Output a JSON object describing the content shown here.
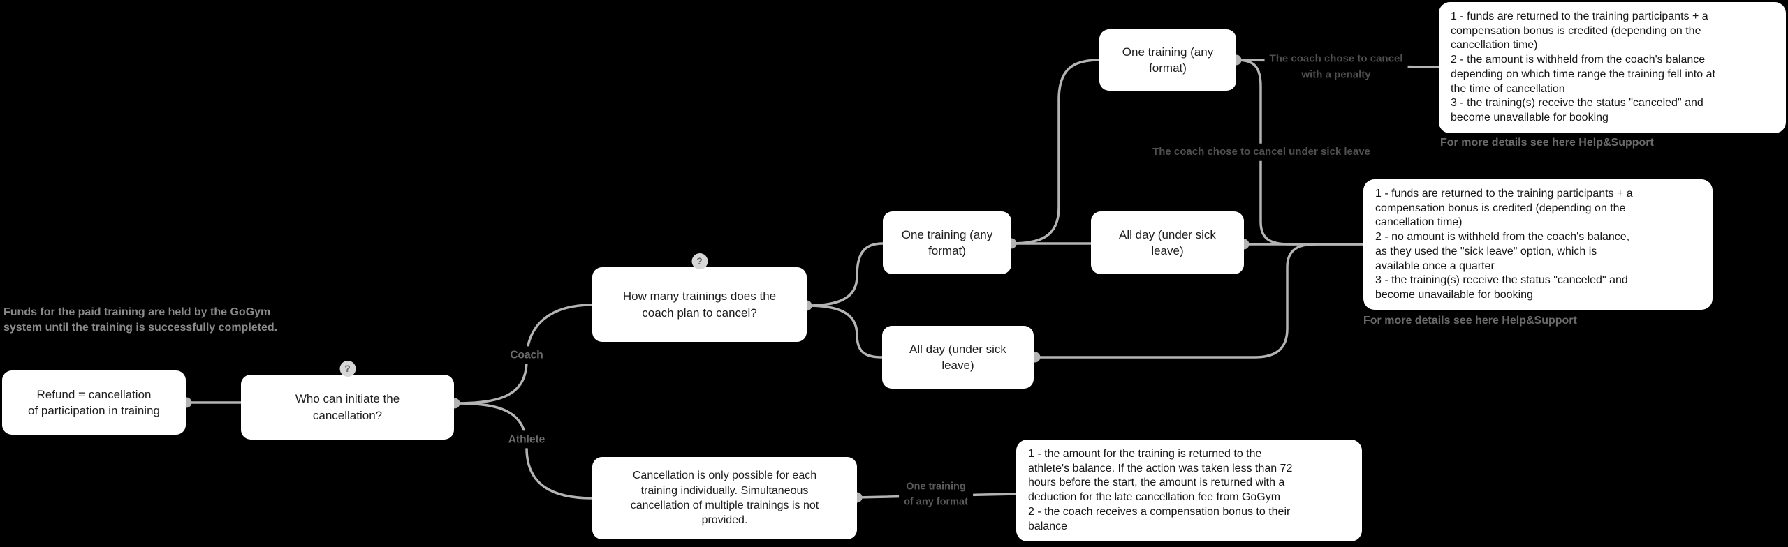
{
  "colors": {
    "background": "#000000",
    "node_bg": "#ffffff",
    "node_text": "#1d1d1d",
    "edge": "#b4b4b4",
    "edge_label": "#4f4f4f",
    "branch_label": "#6d6d6d",
    "caption": "#6b6b6b",
    "intro_text": "#8a8a8a",
    "badge_bg": "#d7d7d7",
    "badge_text": "#5f6368"
  },
  "intro": {
    "text": "Funds for the paid training are held by the GoGym system until the training is successfully completed."
  },
  "nodes": {
    "refund": {
      "label": "Refund = cancellation\nof participation in training"
    },
    "who_initiates": {
      "label": "Who can initiate the\ncancellation?",
      "badge": "?"
    },
    "how_many": {
      "label": "How many trainings does the\ncoach plan to cancel?",
      "badge": "?"
    },
    "one_training_mid": {
      "label": "One training (any\nformat)"
    },
    "all_day_mid": {
      "label": "All day (under sick\nleave)"
    },
    "one_training_top": {
      "label": "One training (any\nformat)"
    },
    "all_day_bottom": {
      "label": "All day (under sick\nleave)"
    },
    "athlete_rule": {
      "label": "Cancellation is only possible for each\ntraining individually. Simultaneous\ncancellation of multiple trainings is not\nprovided."
    }
  },
  "edge_labels": {
    "coach": "Coach",
    "athlete": "Athlete",
    "cancel_with_penalty": "The coach chose to cancel\nwith a penalty",
    "cancel_under_sick_leave": "The coach chose to cancel under sick leave",
    "one_training_any_format": "One training\nof any format"
  },
  "outcomes": {
    "penalty": {
      "items": [
        "1 - funds are returned to the training participants + a\ncompensation bonus is credited (depending on the\ncancellation time)",
        "2 - the amount is withheld from the coach's balance\ndepending on which time range the training fell into at\nthe time of cancellation",
        "3 - the training(s) receive the status \"canceled\" and\nbecome unavailable for booking"
      ],
      "caption": "For more details see here Help&Support"
    },
    "sick_leave": {
      "items": [
        "1 - funds are returned to the training participants + a\ncompensation bonus is credited (depending on the\ncancellation time)",
        "2 - no amount is withheld from the coach's balance,\nas they used the \"sick leave\" option, which is\navailable once a quarter",
        "3 - the training(s) receive the status \"canceled\" and\nbecome unavailable for booking"
      ],
      "caption": "For more details see here Help&Support"
    },
    "athlete": {
      "items": [
        "1 - the amount for the training is returned to the\nathlete's balance. If the action was taken less than 72\nhours before the start, the amount is returned with a\ndeduction for the late cancellation fee from GoGym",
        "2 - the coach receives a compensation bonus to their\nbalance"
      ]
    }
  }
}
